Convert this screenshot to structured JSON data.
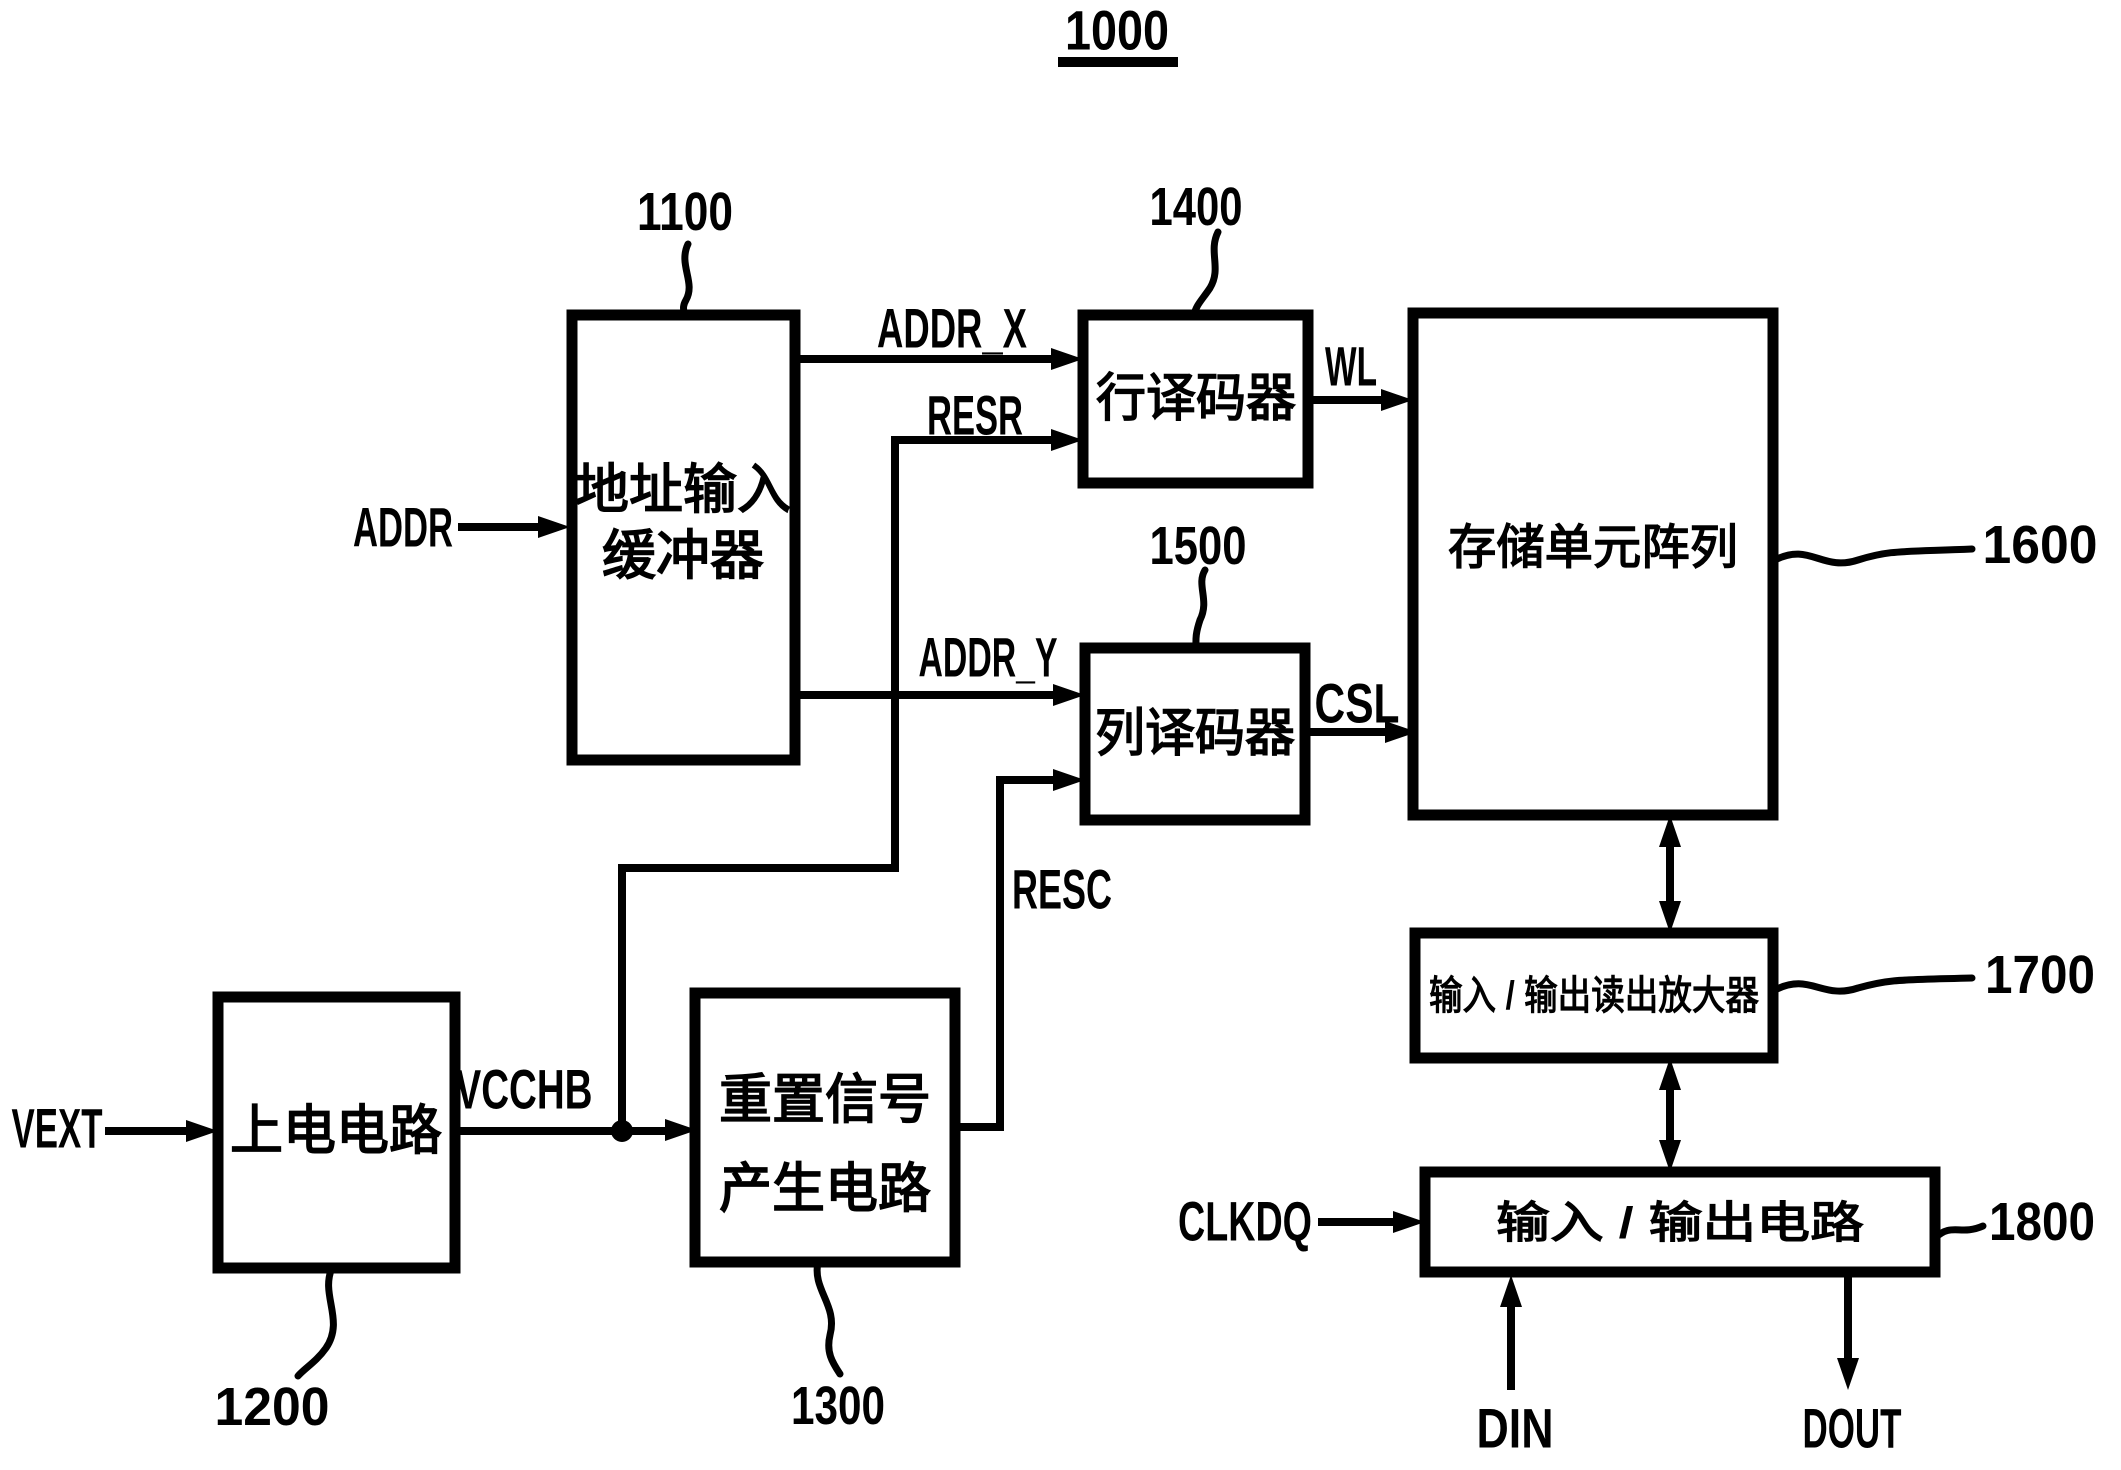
{
  "figure": {
    "title": "1000",
    "colors": {
      "ink": "#000000",
      "background": "#ffffff"
    },
    "blocks": {
      "addr_buffer": {
        "ref": "1100",
        "line1": "地址输入",
        "line2": "缓冲器"
      },
      "power_up": {
        "ref": "1200",
        "label": "上电电路"
      },
      "reset_gen": {
        "ref": "1300",
        "line1": "重置信号",
        "line2": "产生电路"
      },
      "row_decoder": {
        "ref": "1400",
        "label": "行译码器"
      },
      "col_decoder": {
        "ref": "1500",
        "label": "列译码器"
      },
      "cell_array": {
        "ref": "1600",
        "label": "存储单元阵列"
      },
      "io_sense_amp": {
        "ref": "1700",
        "label": "输入 / 输出读出放大器"
      },
      "io_circuit": {
        "ref": "1800",
        "label": "输入 / 输出电路"
      }
    },
    "signals": {
      "addr": "ADDR",
      "addr_x": "ADDR_X",
      "addr_y": "ADDR_Y",
      "resr": "RESR",
      "resc": "RESC",
      "wl": "WL",
      "csl": "CSL",
      "vext": "VEXT",
      "vcchb": "VCCHB",
      "clkdq": "CLKDQ",
      "din": "DIN",
      "dout": "DOUT"
    }
  }
}
